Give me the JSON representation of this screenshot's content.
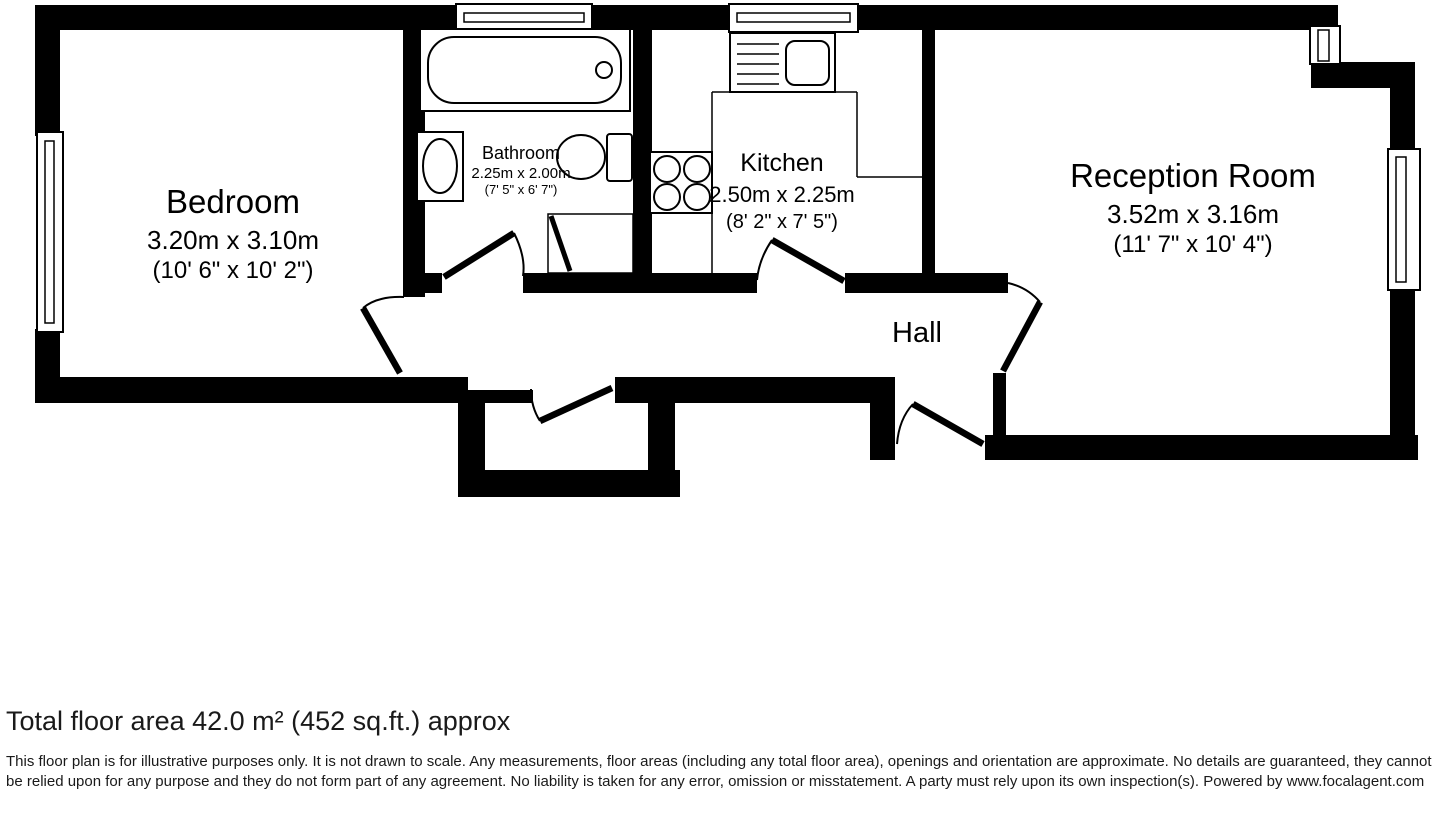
{
  "floorplan": {
    "rooms": {
      "bedroom": {
        "name": "Bedroom",
        "metric": "3.20m x 3.10m",
        "imperial": "(10' 6\" x 10' 2\")"
      },
      "bathroom": {
        "name": "Bathroom",
        "metric": "2.25m x 2.00m",
        "imperial": "(7' 5\" x 6' 7\")"
      },
      "kitchen": {
        "name": "Kitchen",
        "metric": "2.50m x 2.25m",
        "imperial": "(8' 2\" x 7' 5\")"
      },
      "reception": {
        "name": "Reception Room",
        "metric": "3.52m x 3.16m",
        "imperial": "(11' 7\" x 10' 4\")"
      },
      "hall": {
        "name": "Hall"
      }
    },
    "footer": {
      "total_area": "Total floor area 42.0 m² (452 sq.ft.) approx",
      "disclaimer": "This floor plan is for illustrative purposes only. It is not drawn to scale. Any measurements, floor areas (including any total floor area), openings and orientation are approximate. No details are guaranteed, they cannot be relied upon for any purpose and they do not form part of any agreement. No liability is taken for any error, omission or misstatement. A party must rely upon its own inspection(s). Powered by www.focalagent.com"
    },
    "colors": {
      "wall": "#000000",
      "background": "#ffffff",
      "text": "#000000"
    }
  }
}
